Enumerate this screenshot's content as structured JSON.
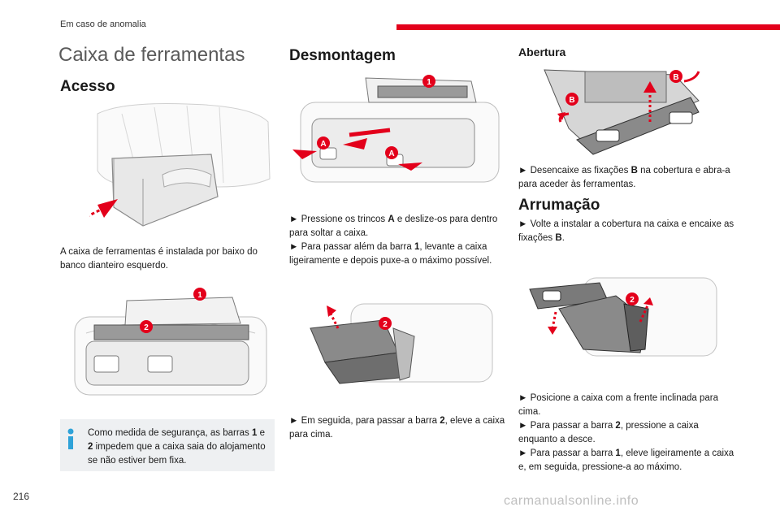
{
  "header": {
    "section": "Em caso de anomalia"
  },
  "page_title": "Caixa de ferramentas",
  "col1": {
    "heading": "Acesso",
    "para": "A caixa de ferramentas é instalada por baixo do banco dianteiro esquerdo.",
    "fig2_callouts": [
      "1",
      "2"
    ],
    "info": {
      "t1": "Como medida de segurança, as barras ",
      "b1": "1",
      "t2": " e ",
      "b2": "2",
      "t3": " impedem que a caixa saia do alojamento se não estiver bem fixa."
    }
  },
  "col2": {
    "heading": "Desmontagem",
    "fig1_callouts": [
      "1",
      "A",
      "A"
    ],
    "p1": {
      "bullet": "►",
      "t1": " Pressione os trincos ",
      "b1": "A",
      "t2": " e deslize-os para dentro para soltar a caixa."
    },
    "p2": {
      "bullet": "►",
      "t1": " Para passar além da barra ",
      "b1": "1",
      "t2": ", levante a caixa ligeiramente e depois puxe-a o máximo possível."
    },
    "fig2_callouts": [
      "2"
    ],
    "p3": {
      "bullet": "►",
      "t1": " Em seguida, para passar a barra ",
      "b1": "2",
      "t2": ", eleve a caixa para cima."
    }
  },
  "col3": {
    "heading1": "Abertura",
    "fig1_callouts": [
      "B",
      "B"
    ],
    "p1": {
      "bullet": "►",
      "t1": " Desencaixe as fixações ",
      "b1": "B",
      "t2": " na cobertura e abra-a para aceder às ferramentas."
    },
    "heading2": "Arrumação",
    "p2": {
      "bullet": "►",
      "t1": " Volte a instalar a cobertura na caixa e encaixe as fixações ",
      "b1": "B",
      "t2": "."
    },
    "fig2_callouts": [
      "2"
    ],
    "p3": {
      "bullet": "►",
      "text": " Posicione a caixa com a frente inclinada para cima."
    },
    "p4": {
      "bullet": "►",
      "t1": " Para passar a barra ",
      "b1": "2",
      "t2": ", pressione a caixa enquanto a desce."
    },
    "p5": {
      "bullet": "►",
      "t1": " Para passar a barra ",
      "b1": "1",
      "t2": ", eleve ligeiramente a caixa e, em seguida, pressione-a ao máximo."
    }
  },
  "footer": {
    "page_number": "216",
    "watermark": "carmanualsonline.info"
  },
  "colors": {
    "accent": "#e3001b",
    "info_bg": "#eef0f2",
    "info_icon": "#2ea2d8"
  }
}
